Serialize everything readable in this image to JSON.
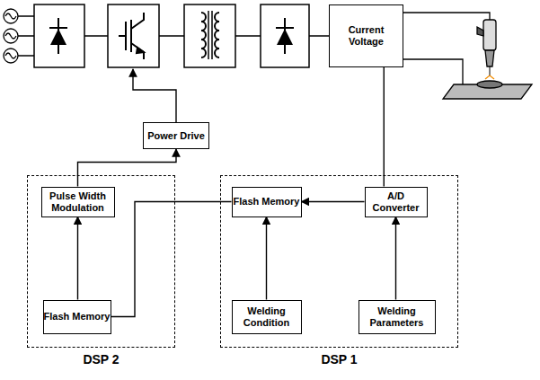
{
  "diagram": {
    "nodes": [
      {
        "text": [
          "Current Voltage"
        ]
      },
      {
        "text": [
          "Power Drive"
        ]
      },
      {
        "text": [
          "DSP 2"
        ]
      },
      {
        "text": [
          "Pulse Width Modulation"
        ],
        "in": 2
      },
      {
        "text": [
          "Flash Memory"
        ],
        "in": 2
      },
      {
        "text": [
          "DSP 1"
        ]
      },
      {
        "text": [
          "Flash Memory"
        ],
        "in": 5
      },
      {
        "text": [
          "A/D Converter"
        ],
        "in": 5
      },
      {
        "text": [
          "Welding Condition"
        ],
        "in": 5
      },
      {
        "text": [
          "Welding Parameters"
        ],
        "in": 5
      }
    ],
    "edges": [
      {
        "from": 0,
        "to": 7,
        "arrow": "none"
      },
      {
        "from": 3,
        "to": 1,
        "arrow": "to"
      },
      {
        "from": 4,
        "to": 3,
        "arrow": "to"
      },
      {
        "from": 4,
        "to": 6,
        "arrow": "none"
      },
      {
        "from": 7,
        "to": 6,
        "arrow": "to"
      },
      {
        "from": 8,
        "to": 6,
        "arrow": "to"
      },
      {
        "from": 9,
        "to": 7,
        "arrow": "to"
      }
    ]
  }
}
